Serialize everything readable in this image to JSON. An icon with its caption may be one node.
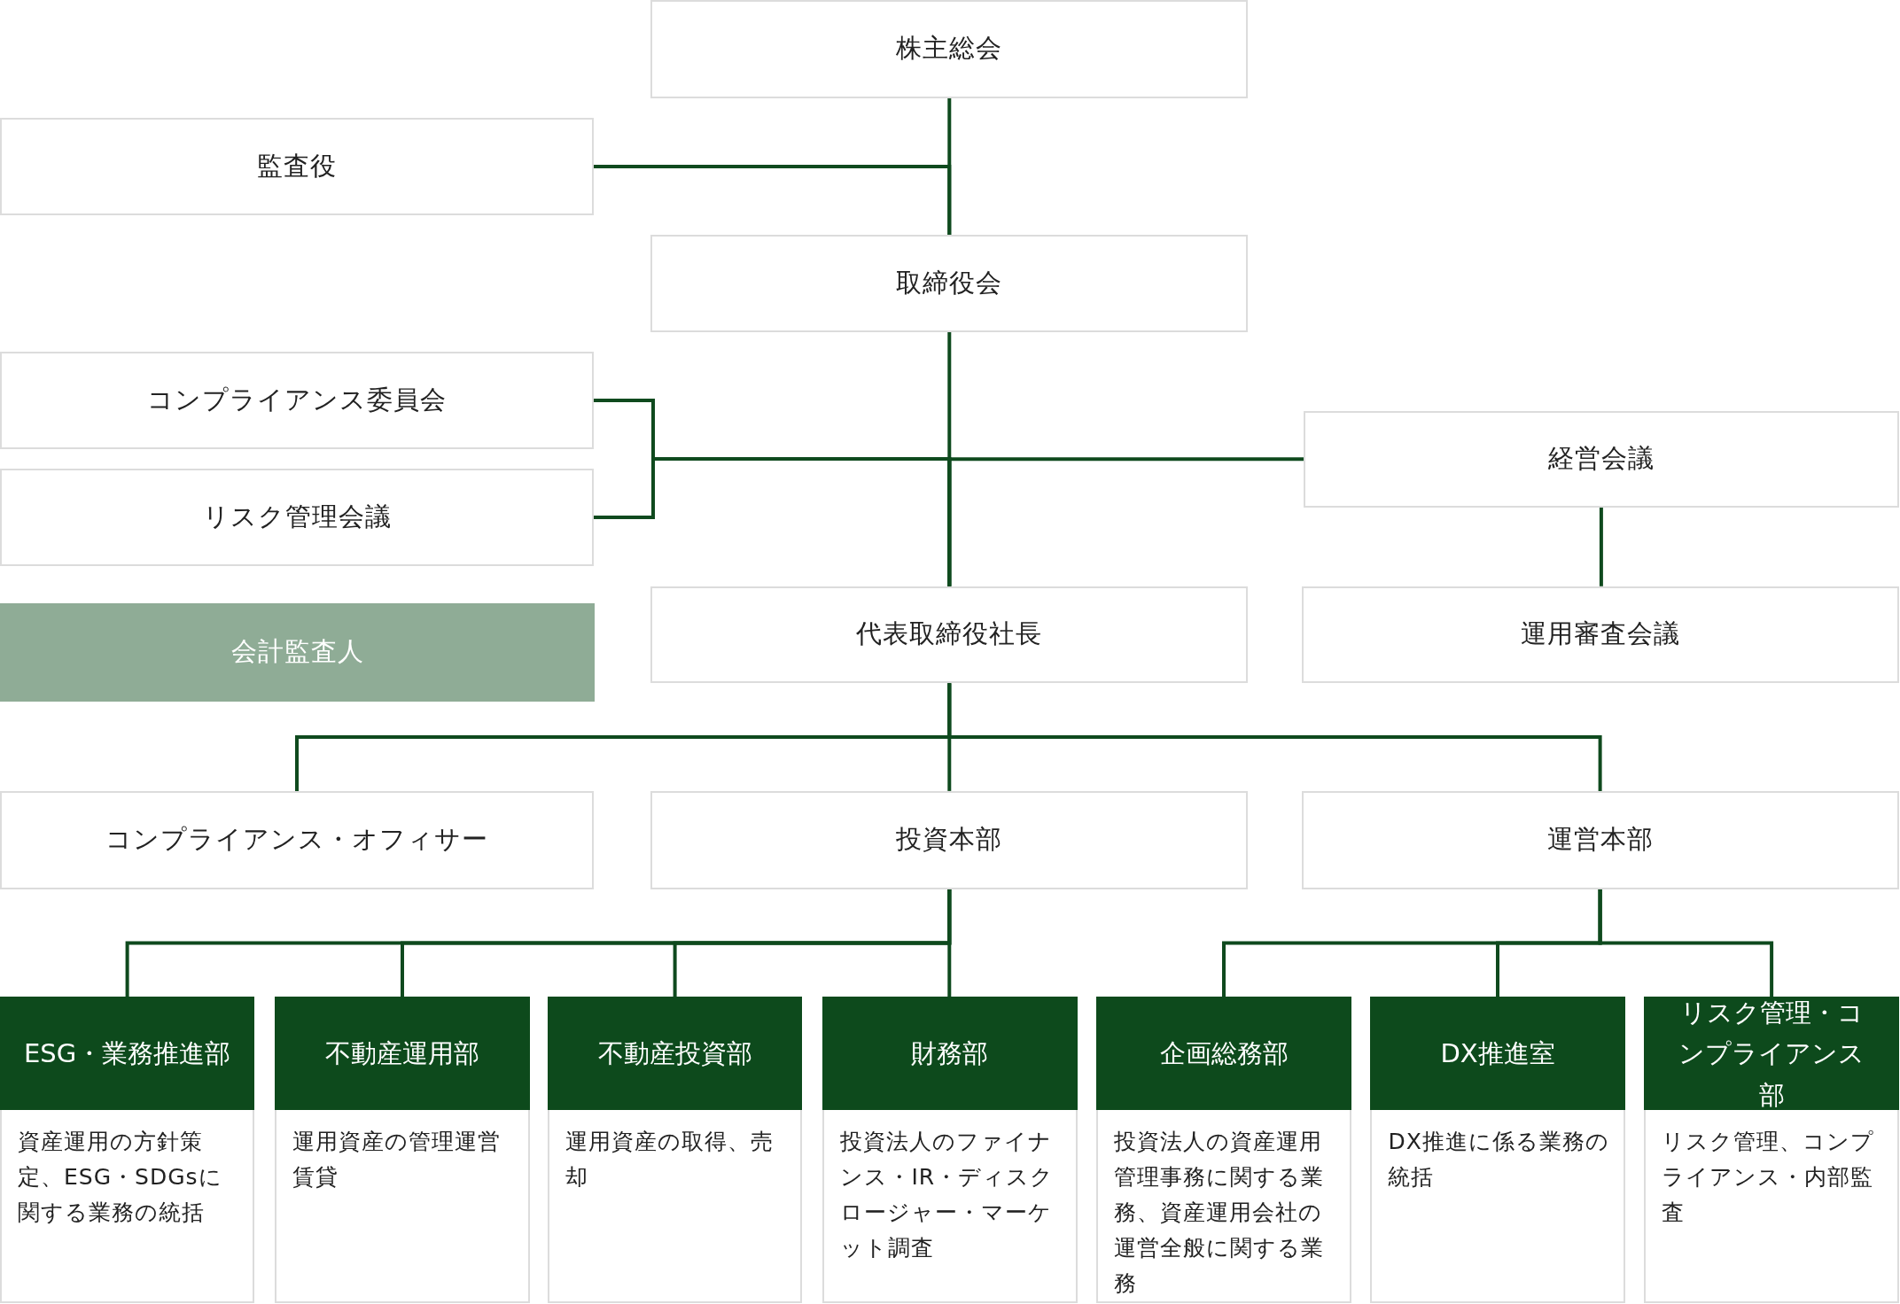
{
  "diagram": {
    "nodes": [
      {
        "text": [
          "株主総会"
        ]
      },
      {
        "text": [
          "監査役"
        ]
      },
      {
        "text": [
          "取締役会"
        ]
      },
      {
        "text": [
          "コンプライアンス委員会"
        ]
      },
      {
        "text": [
          "リスク管理会議"
        ]
      },
      {
        "text": [
          "経営会議"
        ]
      },
      {
        "text": [
          "会計監査人"
        ]
      },
      {
        "text": [
          "代表取締役社長"
        ]
      },
      {
        "text": [
          "運用審査会議"
        ]
      },
      {
        "text": [
          "コンプライアンス・オフィサー"
        ]
      },
      {
        "text": [
          "投資本部"
        ]
      },
      {
        "text": [
          "運営本部"
        ]
      },
      {
        "text": [
          "ESG・業務推進部",
          "資産運用の方針策定、ESG・SDGsに関する業務の統括"
        ]
      },
      {
        "text": [
          "不動産運用部",
          "運用資産の管理運営賃貸"
        ]
      },
      {
        "text": [
          "不動産投資部",
          "運用資産の取得、売却"
        ]
      },
      {
        "text": [
          "財務部",
          "投資法人のファイナンス・IR・ディスクロージャー・マーケット調査"
        ]
      },
      {
        "text": [
          "企画総務部",
          "投資法人の資産運用管理事務に関する業務、資産運用会社の運営全般に関する業務"
        ]
      },
      {
        "text": [
          "DX推進室",
          "DX推進に係る業務の統括"
        ]
      },
      {
        "text": [
          "リスク管理・コンプライアンス部",
          "リスク管理、コンプライアンス・内部監査"
        ]
      }
    ],
    "edges": [
      {
        "from": 0,
        "to": 2,
        "arrow": "none"
      },
      {
        "from": 1,
        "to": 2,
        "arrow": "none"
      },
      {
        "from": 2,
        "to": 7,
        "arrow": "none"
      },
      {
        "from": 3,
        "to": 7,
        "arrow": "none"
      },
      {
        "from": 4,
        "to": 7,
        "arrow": "none"
      },
      {
        "from": 5,
        "to": 7,
        "arrow": "none"
      },
      {
        "from": 5,
        "to": 8,
        "arrow": "none"
      },
      {
        "from": 7,
        "to": 9,
        "arrow": "none"
      },
      {
        "from": 7,
        "to": 10,
        "arrow": "none"
      },
      {
        "from": 7,
        "to": 11,
        "arrow": "none"
      },
      {
        "from": 10,
        "to": 12,
        "arrow": "none"
      },
      {
        "from": 10,
        "to": 13,
        "arrow": "none"
      },
      {
        "from": 10,
        "to": 14,
        "arrow": "none"
      },
      {
        "from": 10,
        "to": 15,
        "arrow": "none"
      },
      {
        "from": 11,
        "to": 16,
        "arrow": "none"
      },
      {
        "from": 11,
        "to": 17,
        "arrow": "none"
      },
      {
        "from": 11,
        "to": 18,
        "arrow": "none"
      }
    ]
  }
}
